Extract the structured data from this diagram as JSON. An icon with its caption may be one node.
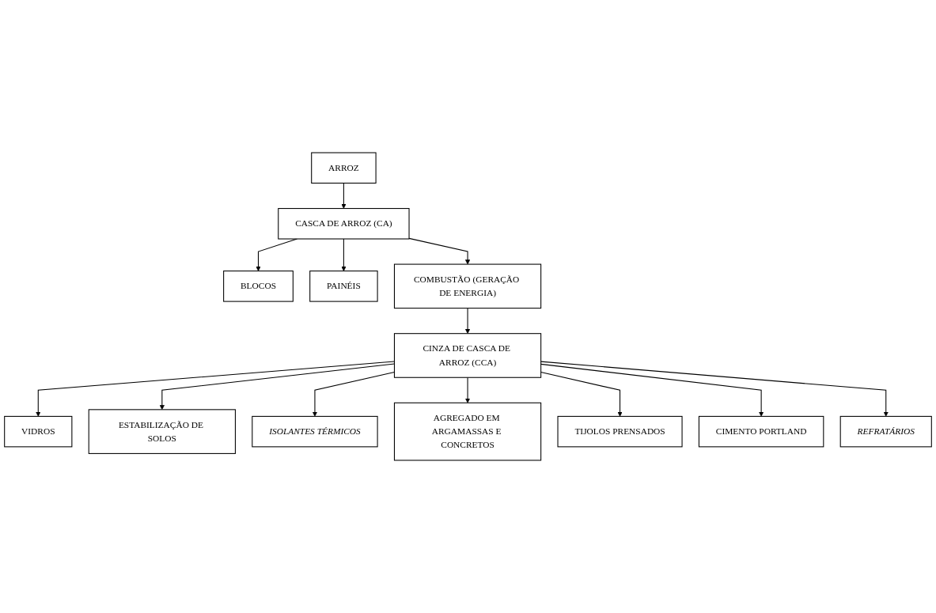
{
  "diagram": {
    "nodes": [
      {
        "text": [
          "ARROZ"
        ]
      },
      {
        "text": [
          "BLOCOS"
        ]
      },
      {
        "text": [
          "CASCA DE ARROZ (CA)"
        ]
      },
      {
        "text": [
          "PAINÉIS"
        ]
      },
      {
        "text": [
          "COMBUSTÃO (GERAÇÃO DE ENERGIA)"
        ]
      },
      {
        "text": [
          "CINZA DE CASCA DE ARROZ (CCA)"
        ]
      },
      {
        "text": [
          "VIDROS"
        ]
      },
      {
        "text": [
          "ESTABILIZAÇÃO DE SOLOS"
        ]
      },
      {
        "text": [
          "ISOLANTES TÉRMICOS"
        ]
      },
      {
        "text": [
          "AGREGADO EM ARGAMASSAS E CONCRETOS"
        ]
      },
      {
        "text": [
          "TIJOLOS PRENSADOS"
        ]
      },
      {
        "text": [
          "CIMENTO PORTLAND"
        ]
      },
      {
        "text": [
          "REFRATÁRIOS"
        ]
      }
    ],
    "edges": [
      {
        "from": 0,
        "to": 2,
        "arrow": "to"
      },
      {
        "from": 2,
        "to": 1,
        "arrow": "to"
      },
      {
        "from": 2,
        "to": 3,
        "arrow": "to"
      },
      {
        "from": 2,
        "to": 4,
        "arrow": "to"
      },
      {
        "from": 4,
        "to": 5,
        "arrow": "to"
      },
      {
        "from": 5,
        "to": 6,
        "arrow": "to"
      },
      {
        "from": 5,
        "to": 7,
        "arrow": "to"
      },
      {
        "from": 5,
        "to": 8,
        "arrow": "to"
      },
      {
        "from": 5,
        "to": 9,
        "arrow": "to"
      },
      {
        "from": 5,
        "to": 10,
        "arrow": "to"
      },
      {
        "from": 5,
        "to": 11,
        "arrow": "to"
      },
      {
        "from": 5,
        "to": 12,
        "arrow": "to"
      }
    ]
  }
}
